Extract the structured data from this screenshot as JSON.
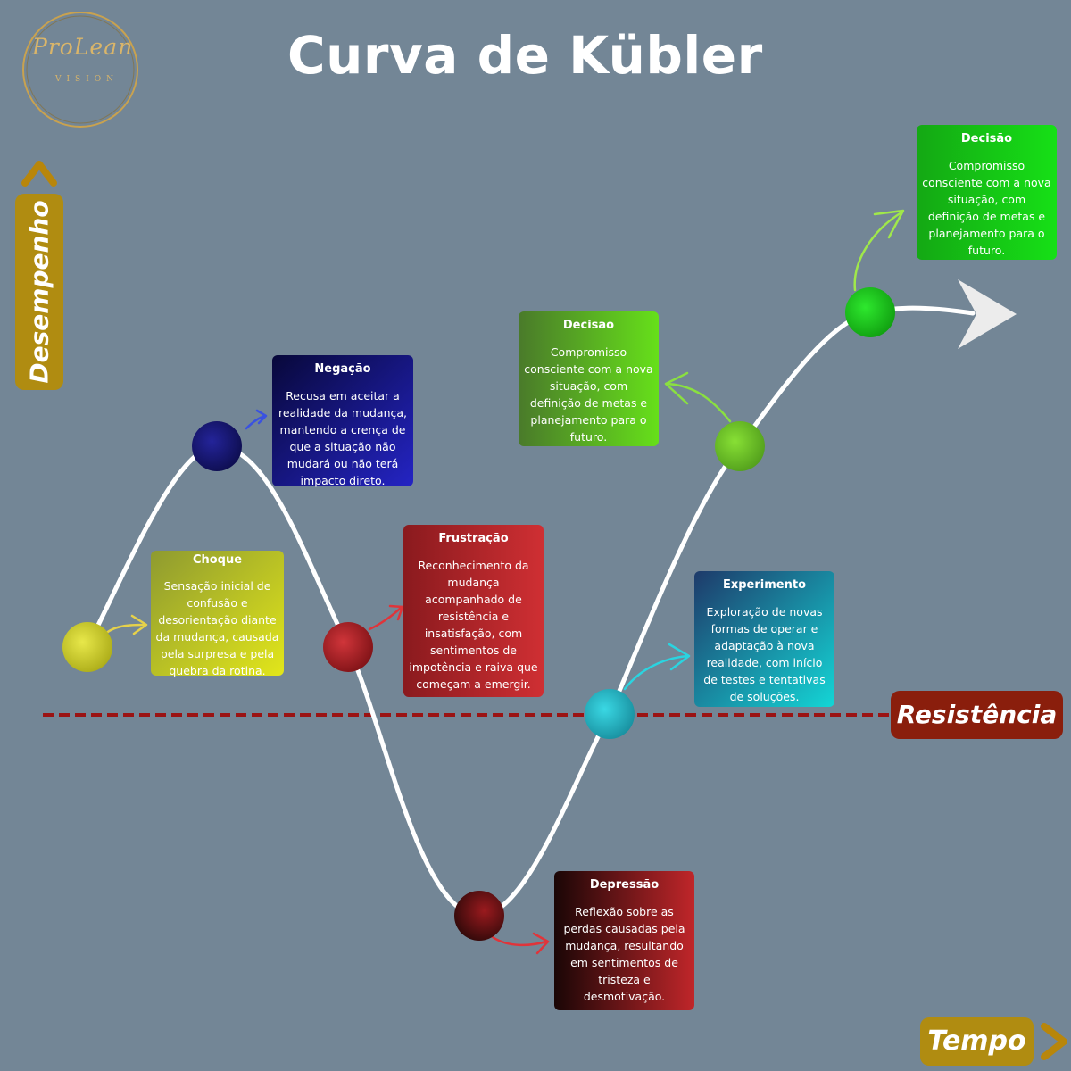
{
  "title": "Curva de Kübler",
  "logo": {
    "name": "ProLean",
    "subtitle": "VISION"
  },
  "axes": {
    "y_label": "Desempenho",
    "x_label": "Tempo"
  },
  "reference_line": {
    "label": "Resistência"
  },
  "stages": [
    {
      "title": "Choque",
      "description": "Sensação inicial de confusão e desorientação diante da mudança, causada pela surpresa e pela quebra da rotina."
    },
    {
      "title": "Negação",
      "description": "Recusa em aceitar a realidade da mudança, mantendo a crença de que a situação não mudará ou não terá impacto direto."
    },
    {
      "title": "Frustração",
      "description": "Reconhecimento da mudança acompanhado de resistência e insatisfação, com sentimentos de impotência e raiva que começam a emergir."
    },
    {
      "title": "Depressão",
      "description": "Reflexão sobre as perdas causadas pela mudança, resultando em sentimentos de tristeza e desmotivação."
    },
    {
      "title": "Experimento",
      "description": "Exploração de novas formas de operar e adaptação à nova realidade, com início de testes e tentativas de soluções."
    },
    {
      "title": "Decisão",
      "description": "Compromisso consciente com a nova situação, com definição de metas e planejamento para o futuro."
    },
    {
      "title": "Decisão",
      "description": "Compromisso consciente com a nova situação, com definição de metas e planejamento para o futuro."
    }
  ],
  "colors": {
    "background": "#738696",
    "axis_gold": "#b08c11",
    "resistance": "#8a1e0c",
    "choque": "#d6d61e",
    "negacao": "#1a1a8c",
    "frustracao": "#b5262a",
    "depressao": "#7a0f12",
    "experimento": "#1ec6d4",
    "decisao_1": "#6fd22a",
    "decisao_2": "#14d614"
  }
}
